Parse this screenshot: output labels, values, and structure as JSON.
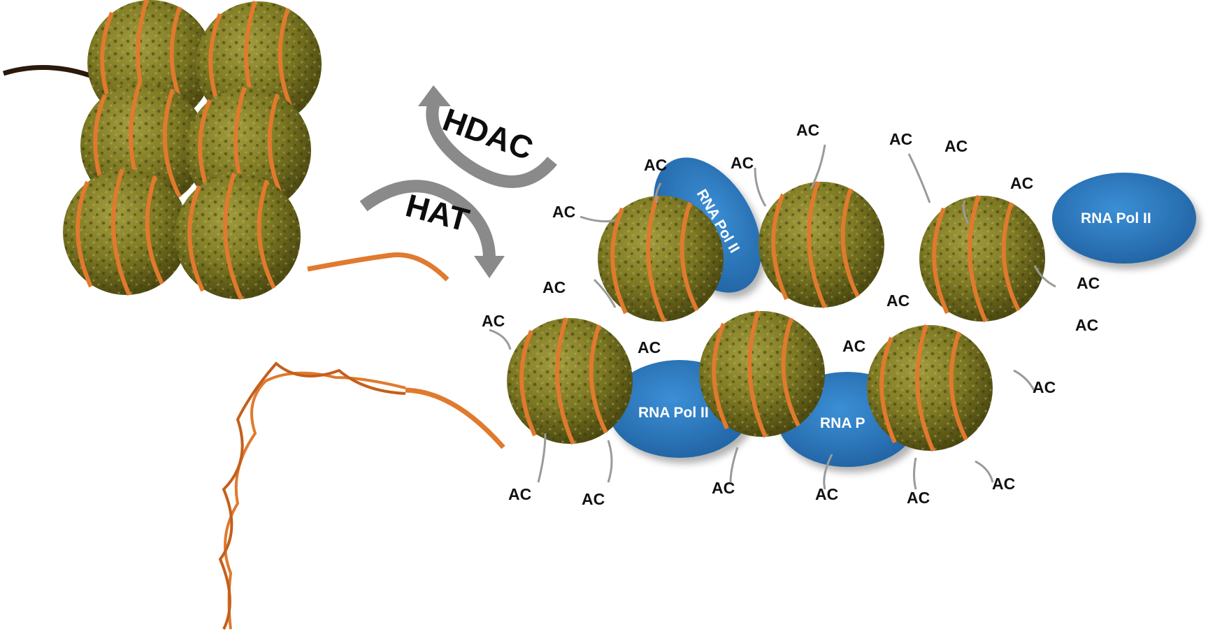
{
  "labels": {
    "hdac": "HDAC",
    "hat": "HAT",
    "pol": "RNA Pol II",
    "pol_partial": "RNA P",
    "ac": "AC"
  },
  "colors": {
    "nucleosome": "#7e7a24",
    "dna": "#e07a2e",
    "tail": "#9a9a9a",
    "rna_pol": "#2a74b8",
    "arrow": "#8a8a8a"
  }
}
